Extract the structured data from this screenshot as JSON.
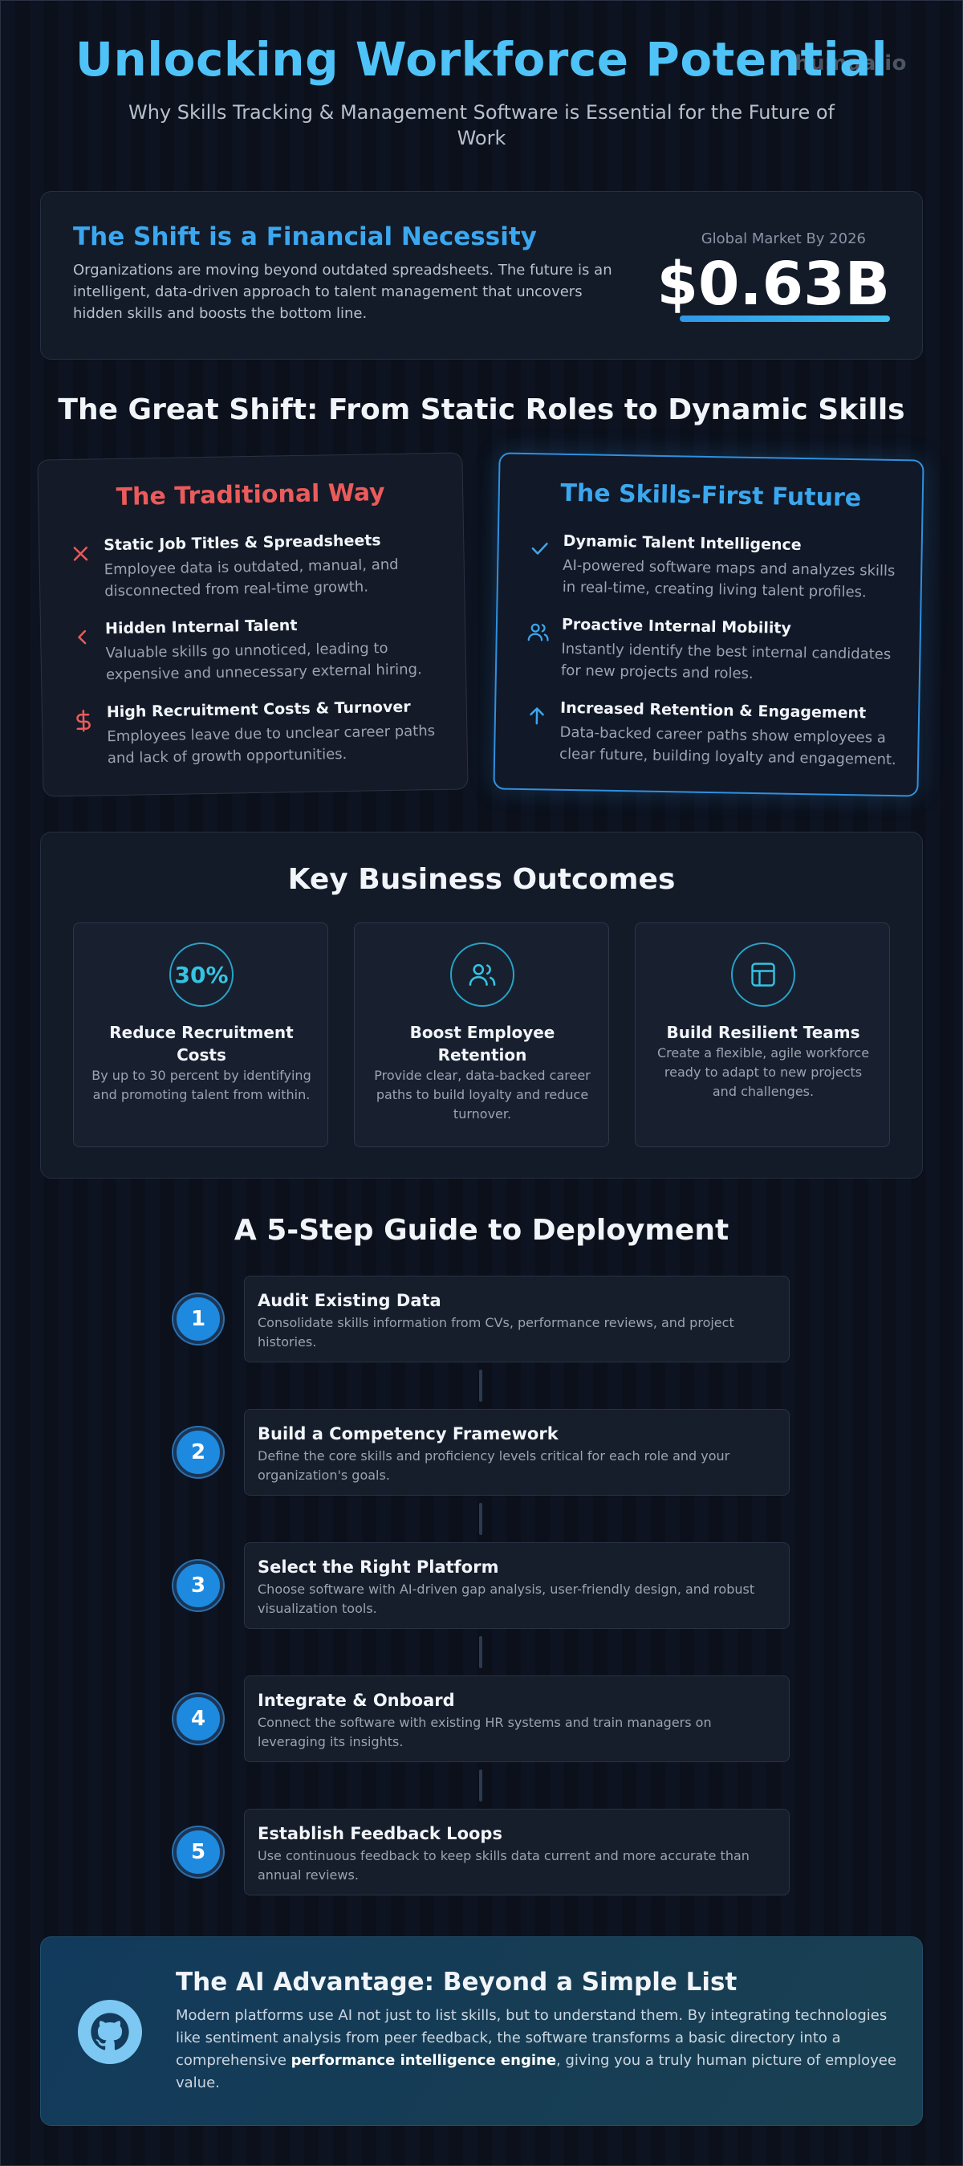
{
  "header": {
    "title": "Unlocking Workforce Potential",
    "subtitle": "Why Skills Tracking & Management Software is Essential for the Future of Work",
    "watermark": "humaa.io"
  },
  "financial": {
    "heading": "The Shift is a Financial Necessity",
    "text": "Organizations are moving beyond outdated spreadsheets. The future is an intelligent, data-driven approach to talent management that uncovers hidden skills and boosts the bottom line.",
    "stat_label": "Global Market By 2026",
    "stat_value": "$0.63B"
  },
  "shift": {
    "heading": "The Great Shift: From Static Roles to Dynamic Skills",
    "traditional": {
      "heading": "The Traditional Way",
      "items": [
        {
          "icon": "x-icon",
          "title": "Static Job Titles & Spreadsheets",
          "text": "Employee data is outdated, manual, and disconnected from real-time growth."
        },
        {
          "icon": "chevron-left-icon",
          "title": "Hidden Internal Talent",
          "text": "Valuable skills go unnoticed, leading to expensive and unnecessary external hiring."
        },
        {
          "icon": "dollar-icon",
          "title": "High Recruitment Costs & Turnover",
          "text": "Employees leave due to unclear career paths and lack of growth opportunities."
        }
      ]
    },
    "future": {
      "heading": "The Skills-First Future",
      "items": [
        {
          "icon": "check-icon",
          "title": "Dynamic Talent Intelligence",
          "text": "AI-powered software maps and analyzes skills in real-time, creating living talent profiles."
        },
        {
          "icon": "users-icon",
          "title": "Proactive Internal Mobility",
          "text": "Instantly identify the best internal candidates for new projects and roles."
        },
        {
          "icon": "arrow-up-icon",
          "title": "Increased Retention & Engagement",
          "text": "Data-backed career paths show employees a clear future, building loyalty and engagement."
        }
      ]
    }
  },
  "outcomes": {
    "heading": "Key Business Outcomes",
    "cards": [
      {
        "icon": "percent-badge",
        "badge": "30%",
        "title": "Reduce Recruitment Costs",
        "text": "By up to 30 percent by identifying and promoting talent from within."
      },
      {
        "icon": "users-icon",
        "title": "Boost Employee Retention",
        "text": "Provide clear, data-backed career paths to build loyalty and reduce turnover."
      },
      {
        "icon": "layout-icon",
        "title": "Build Resilient Teams",
        "text": "Create a flexible, agile workforce ready to adapt to new projects and challenges."
      }
    ]
  },
  "guide": {
    "heading": "A 5-Step Guide to Deployment",
    "steps": [
      {
        "number": "1",
        "title": "Audit Existing Data",
        "text": "Consolidate skills information from CVs, performance reviews, and project histories."
      },
      {
        "number": "2",
        "title": "Build a Competency Framework",
        "text": "Define the core skills and proficiency levels critical for each role and your organization's goals."
      },
      {
        "number": "3",
        "title": "Select the Right Platform",
        "text": "Choose software with AI-driven gap analysis, user-friendly design, and robust visualization tools."
      },
      {
        "number": "4",
        "title": "Integrate & Onboard",
        "text": "Connect the software with existing HR systems and train managers on leveraging its insights."
      },
      {
        "number": "5",
        "title": "Establish Feedback Loops",
        "text": "Use continuous feedback to keep skills data current and more accurate than annual reviews."
      }
    ]
  },
  "ai": {
    "icon": "github-icon",
    "heading": "The AI Advantage: Beyond a Simple List",
    "text_before": "Modern platforms use AI not just to list skills, but to understand them. By integrating technologies like sentiment analysis from peer feedback, the software transforms a basic directory into a comprehensive ",
    "text_bold": "performance intelligence engine",
    "text_after": ", giving you a truly human picture of employee value."
  },
  "colors": {
    "accent": "#4fc3f7",
    "blue": "#3ba7ee",
    "red": "#ea5b5b",
    "background": "#0c111d"
  }
}
